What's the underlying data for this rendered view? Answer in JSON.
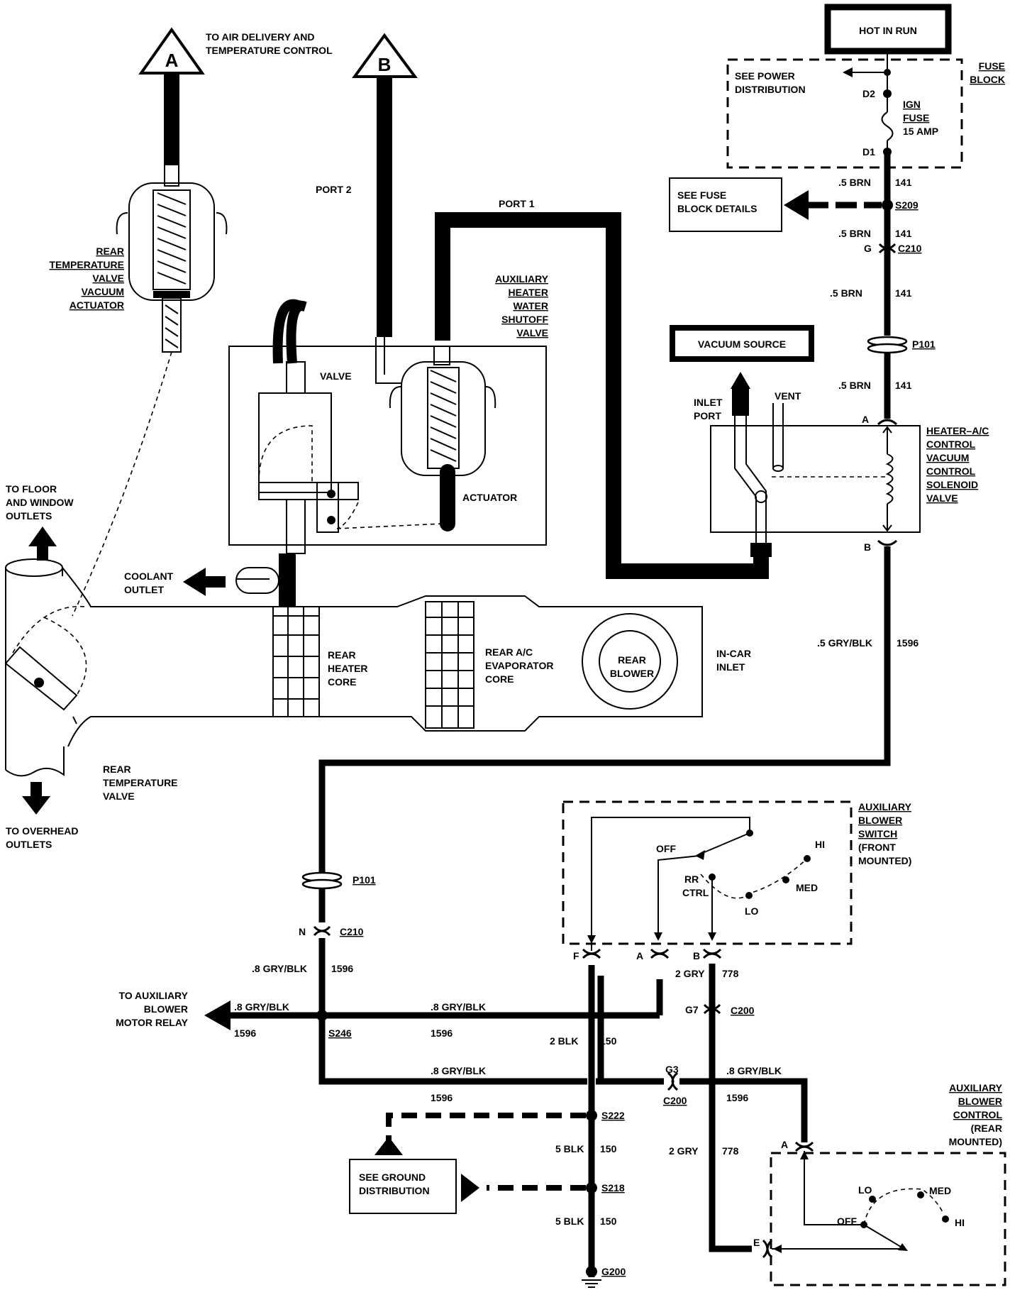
{
  "top": {
    "port_a": "A",
    "port_b": "B",
    "air_delivery_line1": "TO AIR DELIVERY AND",
    "air_delivery_line2": "TEMPERATURE CONTROL",
    "port2": "PORT  2",
    "port1": "PORT 1"
  },
  "rear_temp_actuator": [
    "REAR",
    "TEMPERATURE",
    "VALVE",
    "VACUUM",
    "ACTUATOR"
  ],
  "shutoff_valve": {
    "label": [
      "AUXILIARY",
      "HEATER",
      "WATER",
      "SHUTOFF",
      "VALVE"
    ],
    "valve": "VALVE",
    "actuator": "ACTUATOR"
  },
  "duct": {
    "floor_outlets": [
      "TO FLOOR",
      "AND WINDOW",
      "OUTLETS"
    ],
    "overhead_outlets": [
      "TO OVERHEAD",
      "OUTLETS"
    ],
    "coolant": [
      "COOLANT",
      "OUTLET"
    ],
    "heater_core": [
      "REAR",
      "HEATER",
      "CORE"
    ],
    "evaporator": [
      "REAR A/C",
      "EVAPORATOR",
      "CORE"
    ],
    "blower": [
      "REAR",
      "BLOWER"
    ],
    "in_car": [
      "IN-CAR",
      "INLET"
    ],
    "rear_temp_valve": [
      "REAR",
      "TEMPERATURE",
      "VALVE"
    ]
  },
  "power": {
    "hot_in_run": "HOT IN RUN",
    "fuse_block": [
      "FUSE",
      "BLOCK"
    ],
    "see_power": [
      "SEE  POWER",
      "DISTRIBUTION"
    ],
    "d2": "D2",
    "d1": "D1",
    "fuse": [
      "IGN",
      "FUSE",
      "15 AMP"
    ],
    "see_fuse": [
      "SEE FUSE",
      "BLOCK DETAILS"
    ],
    "wire_brn": ".5 BRN",
    "wire_brn2": ".5  BRN",
    "circuit_141": "141",
    "s209": "S209",
    "g": "G",
    "c210": "C210",
    "p101": "P101"
  },
  "solenoid": {
    "vacuum_source": "VACUUM SOURCE",
    "inlet_port": [
      "INLET",
      "PORT"
    ],
    "vent": "VENT",
    "label": [
      "HEATER–A/C",
      "CONTROL",
      "VACUUM",
      "CONTROL",
      "SOLENOID",
      "VALVE"
    ],
    "pin_a": "A",
    "pin_b": "B"
  },
  "lower": {
    "w_grybl5": ".5 GRY/BLK",
    "c1596": "1596",
    "p101": "P101",
    "n": "N",
    "c210": "C210",
    "w_grybl8": ".8 GRY/BLK",
    "to_relay": [
      "TO AUXILIARY",
      "BLOWER",
      "MOTOR RELAY"
    ],
    "s246": "S246",
    "w_2blk": "2 BLK",
    "w_5blk": "5 BLK",
    "c150": "150",
    "g3": "G3",
    "c200": "C200",
    "g7": "G7",
    "w_2gry": "2 GRY",
    "w_2gry_b": "2  GRY",
    "c778": "778",
    "s222": "S222",
    "s218": "S218",
    "see_ground": [
      "SEE GROUND",
      "DISTRIBUTION"
    ],
    "g200": "G200"
  },
  "front_switch": {
    "label": [
      "AUXILIARY",
      "BLOWER",
      "SWITCH",
      "(FRONT",
      "MOUNTED)"
    ],
    "off": "OFF",
    "hi": "HI",
    "rr_ctrl": [
      "RR",
      "CTRL"
    ],
    "med": "MED",
    "lo": "LO",
    "pin_f": "F",
    "pin_a": "A",
    "pin_b": "B"
  },
  "rear_control": {
    "label": [
      "AUXILIARY",
      "BLOWER",
      "CONTROL",
      "(REAR",
      "MOUNTED)"
    ],
    "lo": "LO",
    "med": "MED",
    "off": "OFF",
    "hi": "HI",
    "pin_a": "A",
    "pin_e": "E"
  }
}
